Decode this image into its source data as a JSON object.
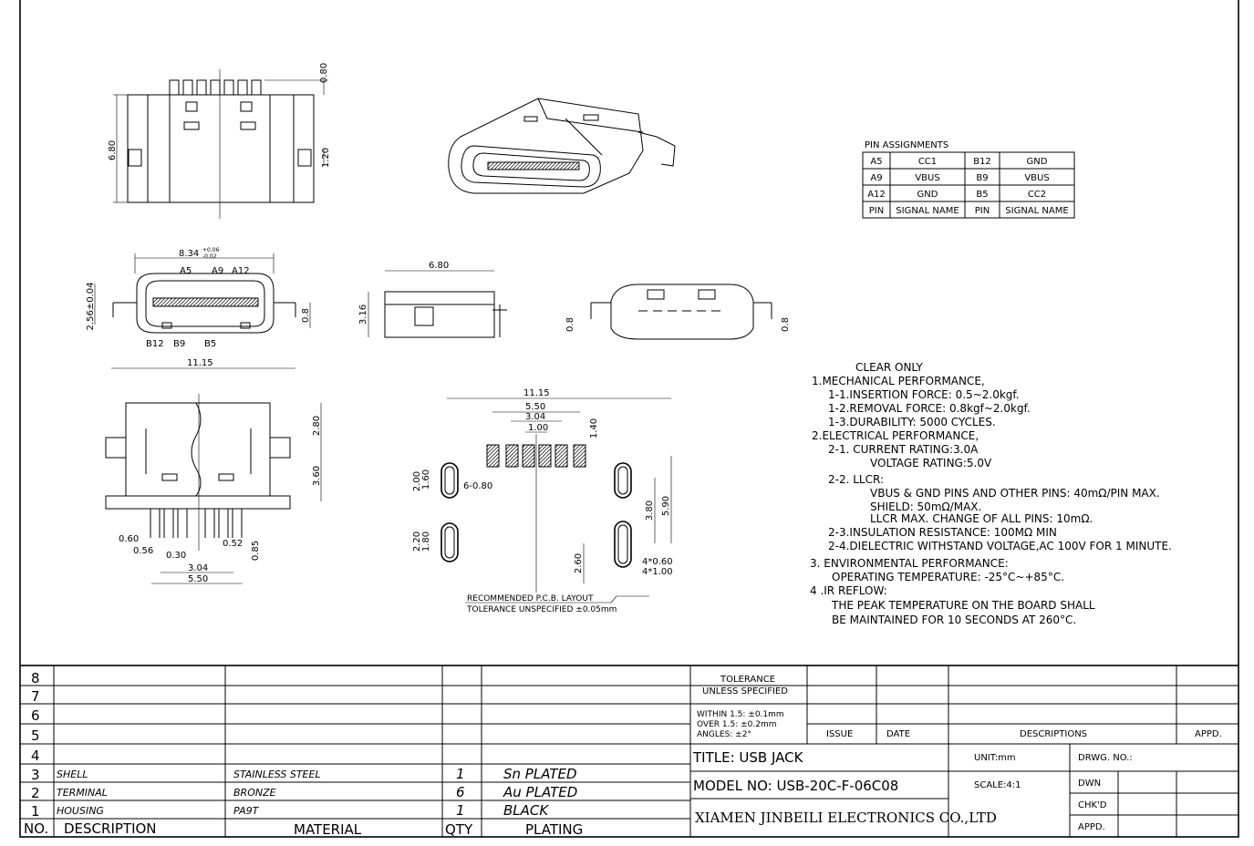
{
  "pin_assignments": {
    "title": "PIN ASSIGNMENTS",
    "rows": [
      [
        "A5",
        "CC1",
        "B12",
        "GND"
      ],
      [
        "A9",
        "VBUS",
        "B9",
        "VBUS"
      ],
      [
        "A12",
        "GND",
        "B5",
        "CC2"
      ],
      [
        "PIN",
        "SIGNAL NAME",
        "PIN",
        "SIGNAL NAME"
      ]
    ]
  },
  "dimensions": {
    "top_080": "0.80",
    "top_680": "6.80",
    "top_120": "1.20",
    "front_width": "8.34",
    "front_tol_plus": "+0.06",
    "front_tol_minus": "-0.02",
    "front_height": "2.56±0.04",
    "front_08": "0.8",
    "front_total": "11.15",
    "front_pins_top": [
      "A5",
      "A9",
      "A12"
    ],
    "front_pins_bottom": [
      "B12",
      "B9",
      "B5"
    ],
    "side_width": "6.80",
    "side_height": "3.16",
    "rear_08_left": "0.8",
    "rear_08_right": "0.8",
    "bottom_280": "2.80",
    "bottom_360": "3.60",
    "bottom_060": "0.60",
    "bottom_056": "0.56",
    "bottom_030": "0.30",
    "bottom_052": "0.52",
    "bottom_085": "0.85",
    "bottom_304": "3.04",
    "bottom_550": "5.50",
    "pcb_1115": "11.15",
    "pcb_550": "5.50",
    "pcb_304": "3.04",
    "pcb_100": "1.00",
    "pcb_140": "1.40",
    "pcb_200": "2.00",
    "pcb_160": "1.60",
    "pcb_6x080": "6-0.80",
    "pcb_220": "2.20",
    "pcb_180": "1.80",
    "pcb_380": "3.80",
    "pcb_590": "5.90",
    "pcb_260": "2.60",
    "pcb_4x060": "4*0.60",
    "pcb_4x100": "4*1.00",
    "pcb_layout_label": "RECOMMENDED  P.C.B. LAYOUT",
    "pcb_tolerance": "TOLERANCE UNSPECIFIED ±0.05mm"
  },
  "notes": [
    "CLEAR ONLY",
    "1.MECHANICAL PERFORMANCE,",
    "1-1.INSERTION FORCE: 0.5~2.0kgf.",
    "1-2.REMOVAL FORCE: 0.8kgf~2.0kgf.",
    "1-3.DURABILITY: 5000 CYCLES.",
    "2.ELECTRICAL PERFORMANCE,",
    "2-1. CURRENT RATING:3.0A",
    "VOLTAGE RATING:5.0V",
    "2-2. LLCR:",
    "VBUS & GND PINS AND OTHER PINS: 40mΩ/PIN MAX.",
    "SHIELD: 50mΩ/MAX.",
    "LLCR MAX. CHANGE OF ALL PINS: 10mΩ.",
    "2-3.INSULATION RESISTANCE: 100MΩ  MIN",
    "2-4.DIELECTRIC WITHSTAND VOLTAGE,AC 100V FOR 1 MINUTE.",
    "3. ENVIRONMENTAL PERFORMANCE:",
    "OPERATING TEMPERATURE: -25°C~+85°C.",
    "4 .IR REFLOW:",
    "THE PEAK TEMPERATURE ON THE BOARD SHALL",
    "BE MAINTAINED FOR 10 SECONDS AT 260°C."
  ],
  "bom": {
    "row_numbers": [
      "8",
      "7",
      "6",
      "5",
      "4",
      "3",
      "2",
      "1"
    ],
    "rows": [
      {
        "no": "3",
        "description": "SHELL",
        "material": "STAINLESS STEEL",
        "qty": "1",
        "plating": "Sn PLATED"
      },
      {
        "no": "2",
        "description": "TERMINAL",
        "material": "BRONZE",
        "qty": "6",
        "plating": "Au PLATED"
      },
      {
        "no": "1",
        "description": "HOUSING",
        "material": "PA9T",
        "qty": "1",
        "plating": "BLACK"
      }
    ],
    "header": {
      "no": "NO.",
      "description": "DESCRIPTION",
      "material": "MATERIAL",
      "qty": "QTY",
      "plating": "PLATING"
    }
  },
  "title_block": {
    "tolerance_title": "TOLERANCE",
    "tolerance_sub": "UNLESS SPECIFIED",
    "tol_1": "WITHIN 1.5: ±0.1mm",
    "tol_2": "OVER 1.5:  ±0.2mm",
    "tol_3": "ANGLES: ±2°",
    "issue": "ISSUE",
    "date": "DATE",
    "descriptions": "DESCRIPTIONS",
    "appd": "APPD.",
    "title": "TITLE: USB JACK",
    "unit": "UNIT:mm",
    "drwg_no": "DRWG. NO.:",
    "model": "MODEL NO: USB-20C-F-06C08",
    "scale": "SCALE:4:1",
    "dwn": "DWN",
    "chkd": "CHK'D",
    "appd2": "APPD.",
    "company": "XIAMEN JINBEILI ELECTRONICS CO.,LTD"
  }
}
